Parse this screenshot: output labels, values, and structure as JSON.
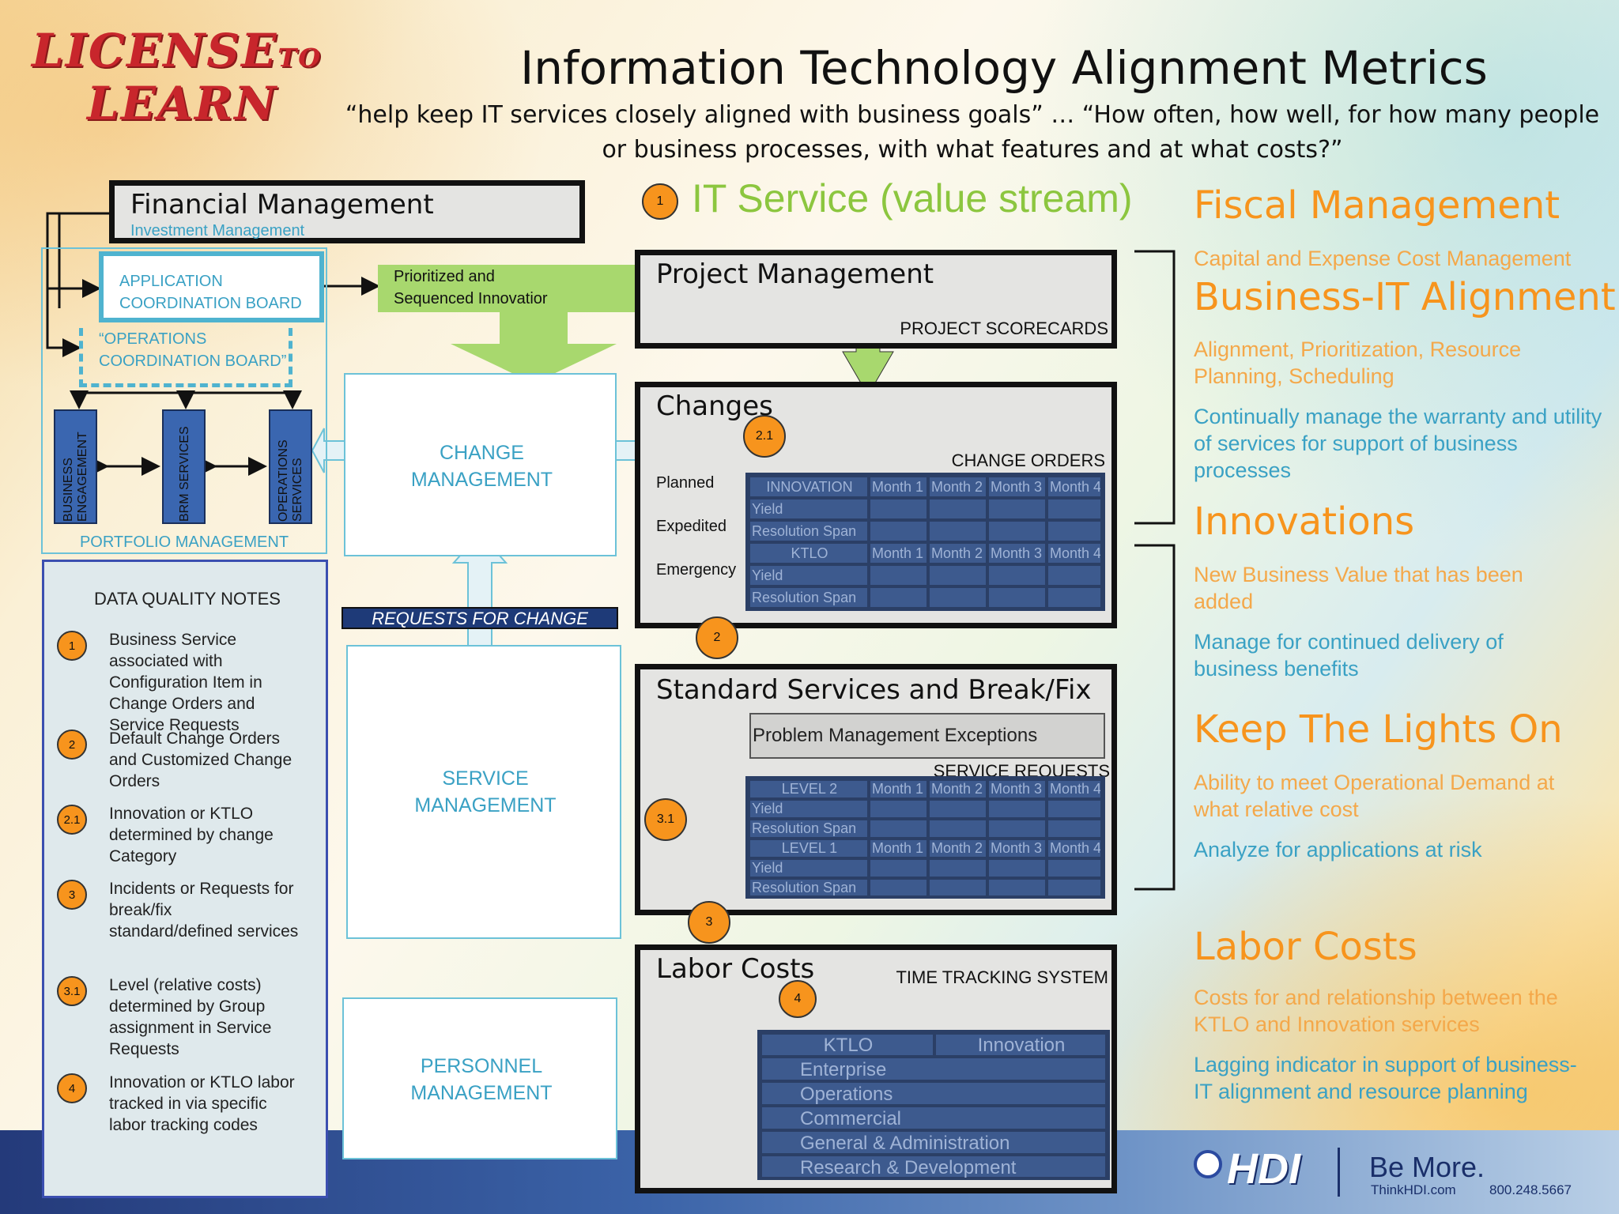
{
  "header": {
    "logo_line1": "LICENSE",
    "logo_to": "TO",
    "logo_line2": "LEARN",
    "title": "Information Technology Alignment Metrics",
    "subtitle_line1": "“help keep IT services closely aligned with business goals” … “How often, how well, for how many people",
    "subtitle_line2": "or business processes, with what features and at what costs?”"
  },
  "left": {
    "financial_title": "Financial Management",
    "financial_sub": "Investment Management",
    "app_board_1": "APPLICATION",
    "app_board_2": "COORDINATION BOARD",
    "ops_board_1": "“OPERATIONS",
    "ops_board_2": "COORDINATION BOARD”",
    "col1": "BUSINESS ENGAGEMENT",
    "col2": "BRM SERVICES",
    "col3": "OPERATIONS SERVICES",
    "portfolio": "PORTFOLIO MANAGEMENT",
    "prioritized_1": "Prioritized and",
    "prioritized_2": "Sequenced Innovatior"
  },
  "notes": {
    "title": "DATA QUALITY NOTES",
    "items": [
      {
        "badge": "1",
        "text": "Business Service associated with Configuration Item in Change Orders and Service Requests"
      },
      {
        "badge": "2",
        "text": "Default Change Orders and Customized Change Orders"
      },
      {
        "badge": "2.1",
        "text": "Innovation or KTLO determined by change Category"
      },
      {
        "badge": "3",
        "text": "Incidents or Requests for break/fix standard/defined services"
      },
      {
        "badge": "3.1",
        "text": "Level (relative costs) determined by Group assignment in Service Requests"
      },
      {
        "badge": "4",
        "text": "Innovation or KTLO labor tracked in via specific  labor tracking codes"
      }
    ]
  },
  "middle": {
    "change_1": "CHANGE",
    "change_2": "MANAGEMENT",
    "rfc": "REQUESTS FOR CHANGE",
    "service_1": "SERVICE",
    "service_2": "MANAGEMENT",
    "personnel_1": "PERSONNEL",
    "personnel_2": "MANAGEMENT"
  },
  "stream": {
    "badge": "1",
    "title": "IT Service (value stream)",
    "project_title": "Project Management",
    "project_scorecards": "PROJECT SCORECARDS",
    "changes_title": "Changes",
    "changes_badge": "2.1",
    "change_orders": "CHANGE ORDERS",
    "planned": "Planned",
    "expedited": "Expedited",
    "emergency": "Emergency",
    "changes_bottom_badge": "2",
    "change_grid": [
      [
        "INNOVATION",
        "Month 1",
        "Month 2",
        "Month 3",
        "Month 4"
      ],
      [
        "Yield",
        "",
        "",
        "",
        ""
      ],
      [
        "Resolution Span",
        "",
        "",
        "",
        ""
      ],
      [
        "KTLO",
        "Month 1",
        "Month 2",
        "Month 3",
        "Month 4"
      ],
      [
        "Yield",
        "",
        "",
        "",
        ""
      ],
      [
        "Resolution Span",
        "",
        "",
        "",
        ""
      ]
    ],
    "std_title": "Standard Services and Break/Fix",
    "problem_exceptions": "Problem Management Exceptions",
    "service_requests": "SERVICE REQUESTS",
    "std_badge": "3.1",
    "std_bottom_badge": "3",
    "service_grid": [
      [
        "LEVEL 2",
        "Month 1",
        "Month 2",
        "Month 3",
        "Month 4"
      ],
      [
        "Yield",
        "",
        "",
        "",
        ""
      ],
      [
        "Resolution Span",
        "",
        "",
        "",
        ""
      ],
      [
        "LEVEL 1",
        "Month 1",
        "Month 2",
        "Month 3",
        "Month 4"
      ],
      [
        "Yield",
        "",
        "",
        "",
        ""
      ],
      [
        "Resolution Span",
        "",
        "",
        "",
        ""
      ]
    ],
    "labor_title": "Labor Costs",
    "time_tracking": "TIME TRACKING SYSTEM",
    "labor_badge": "4",
    "labor_head": [
      "KTLO",
      "Innovation"
    ],
    "labor_rows": [
      "Enterprise",
      "Operations",
      "Commercial",
      "General & Administration",
      "Research & Development"
    ]
  },
  "right": {
    "fiscal": "Fiscal Management",
    "fiscal_sub": "Capital and Expense Cost Management",
    "bita": "Business-IT Alignment",
    "bita_sub": "Alignment, Prioritization, Resource Planning, Scheduling",
    "bita_blue": "Continually manage the warranty and utility of services for support of business processes",
    "innov": "Innovations",
    "innov_sub": "New Business Value that has been added",
    "innov_blue": "Manage for continued delivery of business benefits",
    "ktlo": "Keep The Lights On",
    "ktlo_sub": "Ability to meet Operational Demand at what relative cost",
    "ktlo_blue": "Analyze for applications at risk",
    "labor": "Labor Costs",
    "labor_sub": "Costs for and relationship between the KTLO and Innovation services",
    "labor_blue": "Lagging indicator in support of business-IT alignment and resource planning"
  },
  "footer": {
    "hdi": "HDI",
    "be_more": "Be More.",
    "site": "ThinkHDI.com",
    "phone": "800.248.5667"
  }
}
